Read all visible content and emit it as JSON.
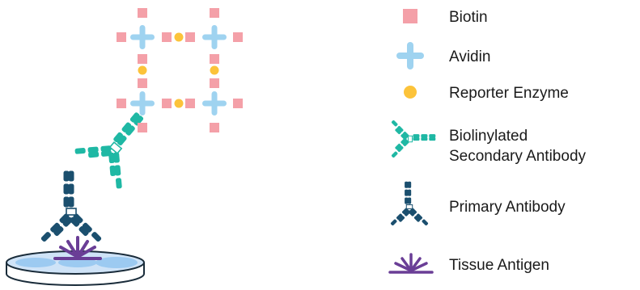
{
  "colors": {
    "biotin": "#f4a0a8",
    "avidin": "#9fd3f0",
    "enzyme": "#fcc33a",
    "secondary_antibody": "#1fb8a4",
    "primary_antibody": "#1b4f6e",
    "antigen": "#6a3e96",
    "tissue_fill": "#cfe3f7",
    "tissue_spot": "#9ccaf1",
    "outline": "#1a2c3a"
  },
  "legend": {
    "biotin": "Biotin",
    "avidin": "Avidin",
    "enzyme": "Reporter Enzyme",
    "secondary_line1": "Biolinylated",
    "secondary_line2": "Secondary Antibody",
    "primary": "Primary Antibody",
    "antigen": "Tissue Antigen"
  },
  "icons": {
    "biotin": "pink-square-icon",
    "avidin": "blue-cross-icon",
    "enzyme": "yellow-dot-icon",
    "secondary": "teal-y-antibody-icon",
    "primary": "navy-y-antibody-icon",
    "antigen": "purple-fan-icon"
  }
}
